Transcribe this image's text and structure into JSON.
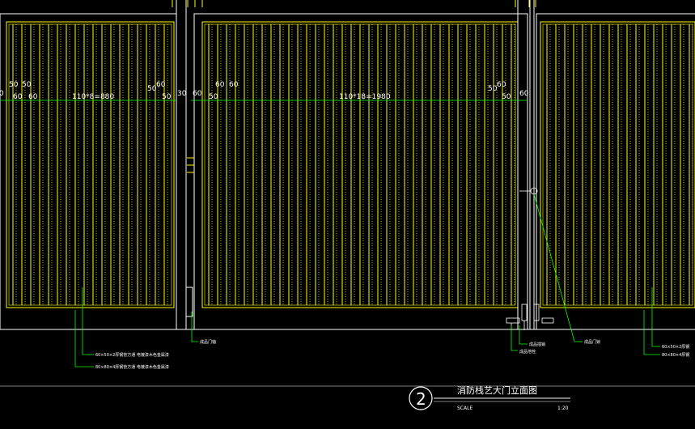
{
  "drawing": {
    "colors": {
      "background": "#000000",
      "frame": "#ffff00",
      "outline": "#ffffff",
      "leader": "#00ff00",
      "text": "#ffffff"
    },
    "left_panel_dims": {
      "top_left": [
        "50",
        "50"
      ],
      "top_right": [
        "60"
      ],
      "bottom_left": [
        "0",
        "60",
        "60"
      ],
      "center": "110*8=880",
      "bottom_right": [
        "50",
        "50"
      ]
    },
    "mid_panel_dims": {
      "top_left": [
        "60",
        "60"
      ],
      "top_right": [
        "60"
      ],
      "bottom_left": [
        "30",
        "60",
        "50"
      ],
      "center": "110*18=1980",
      "bottom_right": [
        "50",
        "50",
        "60"
      ]
    },
    "notes": {
      "pipe_a": "60×50×2厚钢管方通  电镀漆木色金属漆",
      "pipe_b": "80×80×4厚钢管方通  电镀漆木色金属漆",
      "hinge": "成品门轴",
      "lock": "成品插销",
      "bolt": "成品地栓",
      "handle": "成品门锁",
      "right_a": "60×50×2厚钢",
      "right_b": "80×80×4厚钢"
    },
    "title_block": {
      "number": "2",
      "title": "消防栈艺大门立面图",
      "scale_label": "SCALE",
      "scale_value": "1:20"
    }
  }
}
